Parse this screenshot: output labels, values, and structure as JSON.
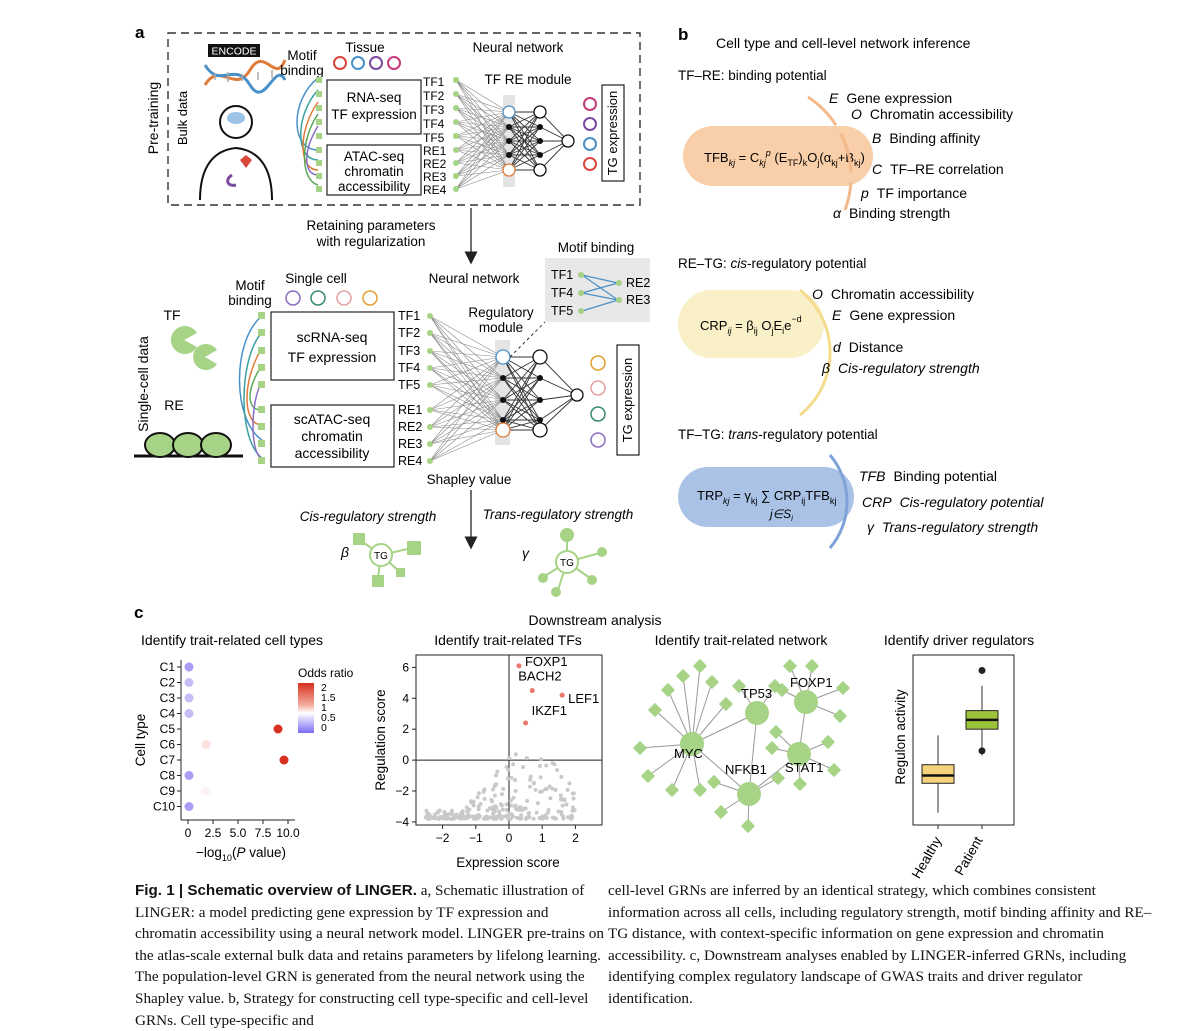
{
  "panel_a": {
    "label": "a",
    "pretraining_label": "Pre-training",
    "bulk_label": "Bulk data",
    "encode": "ENCODE",
    "motif_binding": [
      "Motif",
      "binding"
    ],
    "tissue": "Tissue",
    "neural_network": "Neural network",
    "tf_re_module": "TF RE module",
    "rnaseq": [
      "RNA-seq",
      "TF expression"
    ],
    "atacseq": [
      "ATAC-seq",
      "chromatin",
      "accessibility"
    ],
    "tfs": [
      "TF1",
      "TF2",
      "TF3",
      "TF4",
      "TF5"
    ],
    "res": [
      "RE1",
      "RE2",
      "RE3",
      "RE4"
    ],
    "tg_expression": "TG expression",
    "retain": [
      "Retaining parameters",
      "with regularization"
    ],
    "single_cell_data": "Single-cell data",
    "single_cell": "Single cell",
    "tf_label": "TF",
    "re_label": "RE",
    "scrnaseq": [
      "scRNA-seq",
      "TF expression"
    ],
    "scatacseq": [
      "scATAC-seq",
      "chromatin",
      "accessibility"
    ],
    "regulatory_module": [
      "Regulatory",
      "module"
    ],
    "motif_binding_inset": {
      "title": "Motif binding",
      "tfs": [
        "TF1",
        "TF4",
        "TF5"
      ],
      "res": [
        "RE2",
        "RE3"
      ]
    },
    "shapley": "Shapley value",
    "cis_strength": "Cis-regulatory strength",
    "trans_strength": "Trans-regulatory strength",
    "beta": "β",
    "gamma": "γ",
    "tg": "TG"
  },
  "panel_b": {
    "label": "b",
    "title": "Cell type and cell-level network inference",
    "sec1": {
      "heading": "TF–RE: binding potential",
      "formula": "TFB",
      "items": [
        {
          "sym": "E",
          "text": "Gene expression"
        },
        {
          "sym": "O",
          "text": "Chromatin accessibility"
        },
        {
          "sym": "B",
          "text": "Binding affinity"
        },
        {
          "sym": "C",
          "text": "TF–RE correlation"
        },
        {
          "sym": "p",
          "text": "TF importance"
        },
        {
          "sym": "α",
          "text": "Binding strength"
        }
      ]
    },
    "sec2": {
      "heading": "RE–TG: cis-regulatory potential",
      "formula": "CRP",
      "items": [
        {
          "sym": "O",
          "text": "Chromatin accessibility"
        },
        {
          "sym": "E",
          "text": "Gene expression"
        },
        {
          "sym": "d",
          "text": "Distance"
        },
        {
          "sym": "β",
          "text": "Cis-regulatory strength"
        }
      ]
    },
    "sec3": {
      "heading": "TF–TG: trans-regulatory potential",
      "formula": "TRP",
      "items": [
        {
          "sym": "TFB",
          "text": "Binding potential"
        },
        {
          "sym": "CRP",
          "text": "Cis-regulatory potential"
        },
        {
          "sym": "γ",
          "text": "Trans-regulatory strength"
        }
      ]
    }
  },
  "panel_c": {
    "label": "c",
    "title": "Downstream analysis",
    "sub1": "Identify trait-related cell types",
    "sub2": "Identify trait-related TFs",
    "sub3": "Identify trait-related network",
    "sub4": "Identify driver regulators",
    "dot_plot": {
      "ylabel": "Cell type",
      "xlabel": "−log10(P value)",
      "legend_title": "Odds ratio",
      "legend_ticks": [
        "2",
        "1.5",
        "1",
        "0.5",
        "0"
      ],
      "x_ticks": [
        "0",
        "2.5",
        "5.0",
        "7.5",
        "10.0"
      ]
    },
    "scatter": {
      "xlabel": "Expression score",
      "ylabel": "Regulation score",
      "x_ticks": [
        "−2",
        "−1",
        "0",
        "1",
        "2"
      ],
      "y_ticks": [
        "6",
        "4",
        "2",
        "0",
        "−2",
        "−4"
      ],
      "labels": [
        "FOXP1",
        "BACH2",
        "LEF1",
        "IKZF1"
      ]
    },
    "network": {
      "hubs": [
        "MYC",
        "TP53",
        "FOXP1",
        "NFKB1",
        "STAT1"
      ]
    },
    "boxplot": {
      "ylabel": "Regulon activity",
      "groups": [
        "Healthy",
        "Patient"
      ]
    }
  },
  "chart_data": [
    {
      "type": "scatter",
      "title": "Identify trait-related cell types",
      "xlabel": "−log10(P value)",
      "ylabel": "Cell type",
      "xlim": [
        0,
        10.5
      ],
      "legend_title": "Odds ratio",
      "legend_placement": "right",
      "categories": [
        "C1",
        "C2",
        "C3",
        "C4",
        "C5",
        "C6",
        "C7",
        "C8",
        "C9",
        "C10"
      ],
      "x": [
        0.1,
        0.1,
        0.1,
        0.1,
        9.0,
        1.8,
        9.6,
        0.1,
        1.8,
        0.1
      ],
      "odds_ratio": [
        0.1,
        0.3,
        0.3,
        0.3,
        2.0,
        1.3,
        2.0,
        0.2,
        1.1,
        0.2
      ]
    },
    {
      "type": "scatter",
      "title": "Identify trait-related TFs",
      "xlabel": "Expression score",
      "ylabel": "Regulation score",
      "xlim": [
        -2.8,
        2.8
      ],
      "ylim": [
        -4.2,
        6.8
      ],
      "labeled_points": [
        {
          "label": "FOXP1",
          "x": 0.3,
          "y": 6.1
        },
        {
          "label": "BACH2",
          "x": 0.7,
          "y": 4.5
        },
        {
          "label": "LEF1",
          "x": 1.6,
          "y": 4.2
        },
        {
          "label": "IKZF1",
          "x": 0.5,
          "y": 2.4
        }
      ]
    },
    {
      "type": "box",
      "title": "Identify driver regulators",
      "ylabel": "Regulon activity",
      "categories": [
        "Healthy",
        "Patient"
      ],
      "median": [
        1.2,
        4.8
      ],
      "q1": [
        0.7,
        4.2
      ],
      "q3": [
        1.9,
        5.4
      ],
      "whisker_low": [
        -1.2,
        2.5
      ],
      "whisker_high": [
        3.8,
        7.0
      ],
      "outliers": [
        [],
        [
          2.8,
          8.0
        ]
      ]
    }
  ],
  "caption": {
    "lead": "Fig. 1 | Schematic overview of LINGER.",
    "col1_body": " a, Schematic illustration of LINGER: a model predicting gene expression by TF expression and chromatin accessibility using a neural network model. LINGER pre-trains on the atlas-scale external bulk data and retains parameters by lifelong learning. The population-level GRN is generated from the neural network using the Shapley value. b, Strategy for constructing cell type-specific and cell-level GRNs. Cell type-specific and",
    "col2": "cell-level GRNs are inferred by an identical strategy, which combines consistent information across all cells, including regulatory strength, motif binding affinity and RE–TG distance, with context-specific information on gene expression and chromatin accessibility. c, Downstream analyses enabled by LINGER-inferred GRNs, including identifying complex regulatory landscape of GWAS traits and driver regulator identification."
  }
}
